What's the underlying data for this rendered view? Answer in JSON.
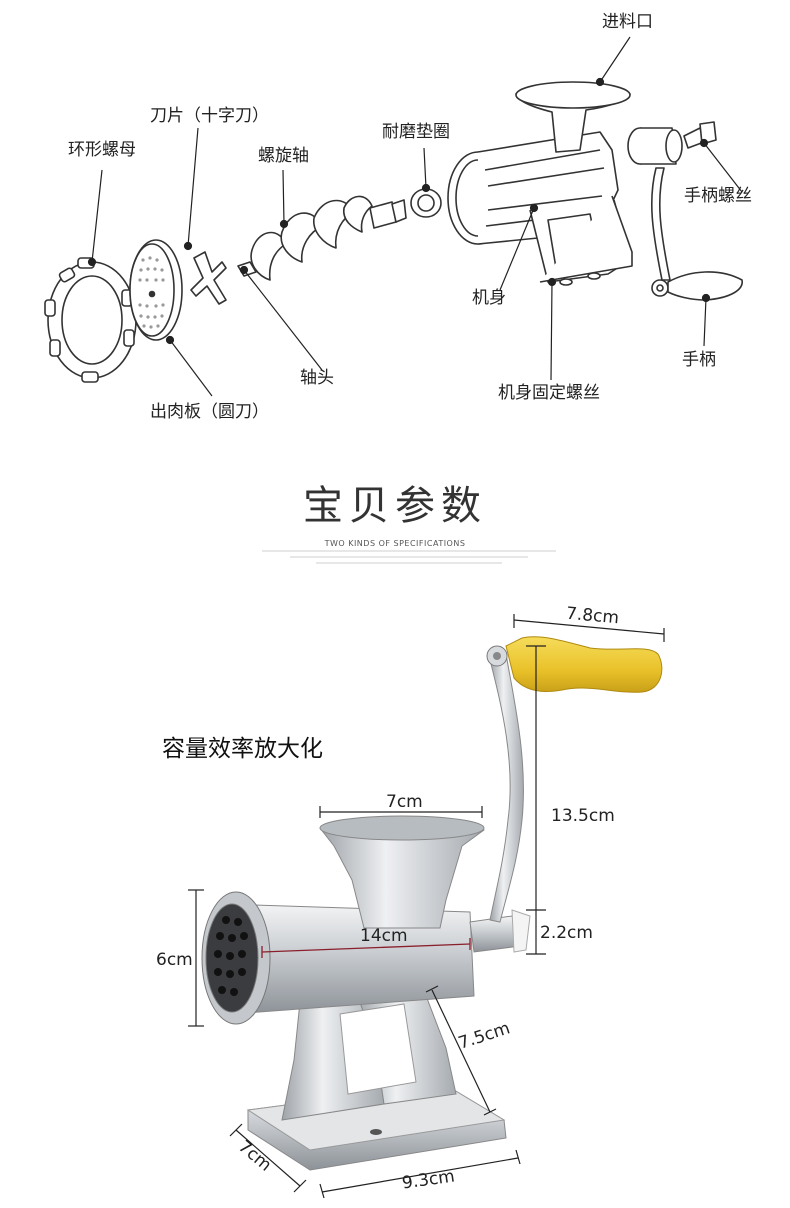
{
  "exploded": {
    "feed_inlet": "进料口",
    "blade": "刀片（十字刀）",
    "ring_nut": "环形螺母",
    "screw_shaft": "螺旋轴",
    "washer": "耐磨垫圈",
    "handle_screw": "手柄螺丝",
    "body": "机身",
    "handle": "手柄",
    "shaft_head": "轴头",
    "fixing_screw": "机身固定螺丝",
    "plate": "出肉板（圆刀）"
  },
  "heading": {
    "title": "宝贝参数",
    "subtitle": "TWO KINDS OF SPECIFICATIONS"
  },
  "specs": {
    "caption": "容量效率放大化",
    "handle_length": "7.8cm",
    "hopper_width": "7cm",
    "crank_height": "13.5cm",
    "barrel_length": "14cm",
    "spindle": "2.2cm",
    "barrel_height": "6cm",
    "leg_height": "7.5cm",
    "base_depth": "7cm",
    "base_width": "9.3cm"
  }
}
